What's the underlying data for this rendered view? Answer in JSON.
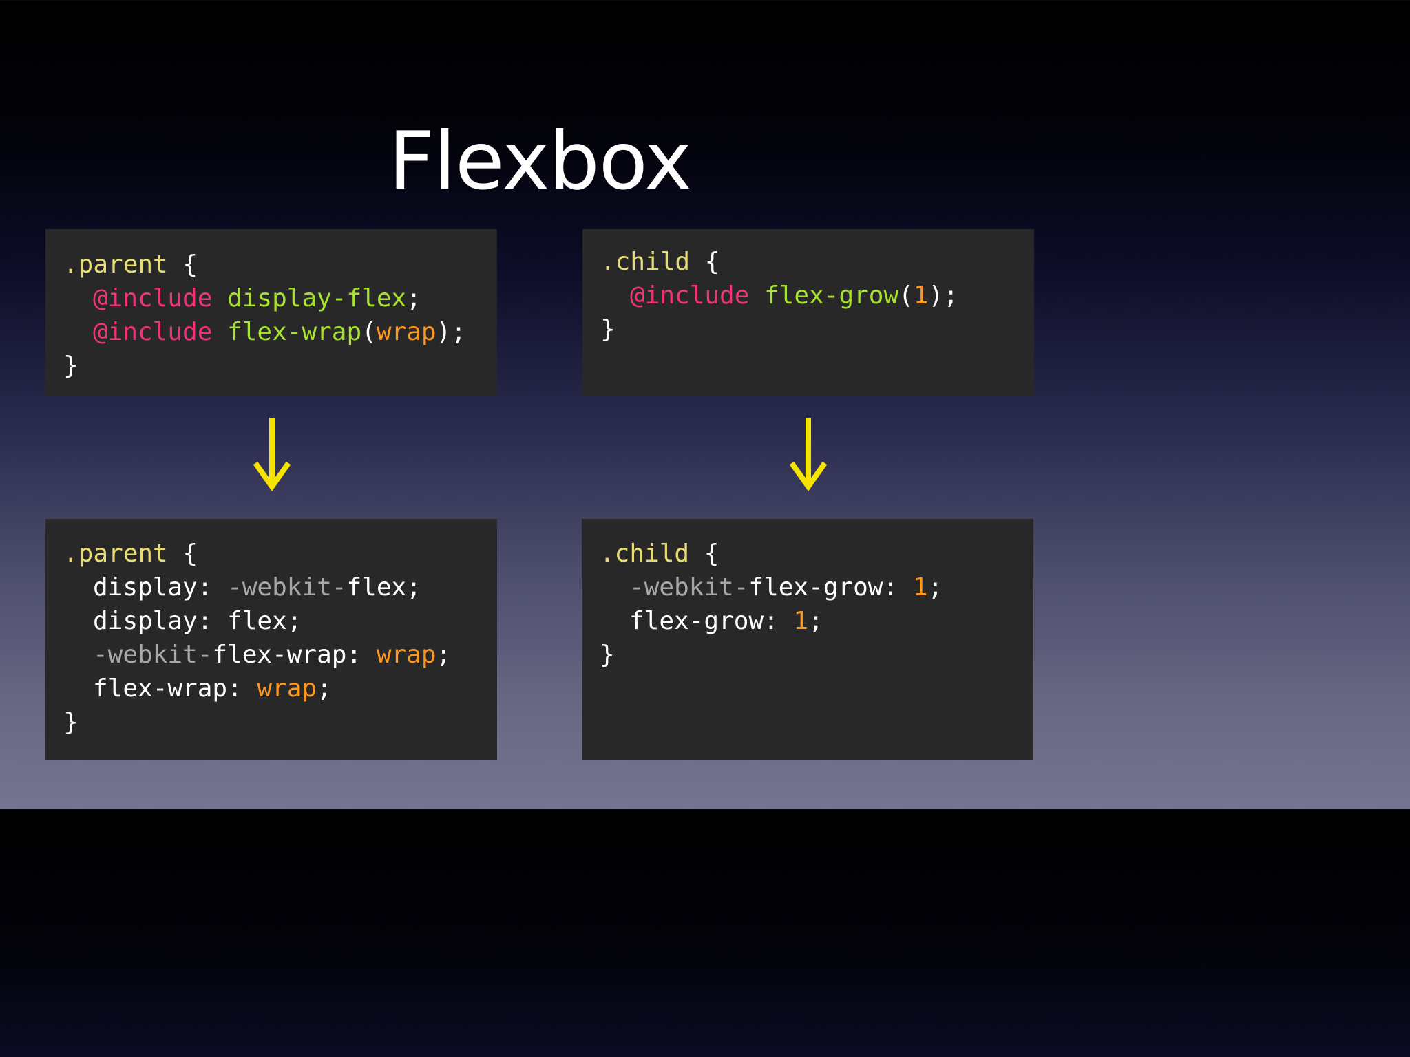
{
  "slide": {
    "title": "Flexbox"
  },
  "colors": {
    "code_background": "#282828",
    "selector": "#e6db74",
    "at_rule": "#f0347a",
    "mixin_name": "#a6e22e",
    "argument": "#fd971f",
    "vendor_prefix": "#a8a8a8",
    "arrow": "#f5e400"
  },
  "arrows": [
    "arrow-down-icon",
    "arrow-down-icon"
  ],
  "parent_scss": {
    "selector": ".parent",
    "open_brace": " {",
    "line1": {
      "at": "@include",
      "space": " ",
      "func": "display-flex",
      "end": ";"
    },
    "line2": {
      "at": "@include",
      "space": " ",
      "func": "flex-wrap",
      "paren_open": "(",
      "arg": "wrap",
      "end": ");"
    },
    "close_brace": "}"
  },
  "child_scss": {
    "selector": ".child",
    "open_brace": " {",
    "line1": {
      "at": "@include",
      "space": " ",
      "func": "flex-grow",
      "paren_open": "(",
      "arg": "1",
      "end": ");"
    },
    "close_brace": "}"
  },
  "parent_css": {
    "selector": ".parent",
    "open_brace": " {",
    "line1": {
      "prop": "display: ",
      "prefix": "-webkit-",
      "value": "flex",
      "end": ";"
    },
    "line2": {
      "prop": "display: ",
      "value": "flex",
      "end": ";"
    },
    "line3": {
      "prefix": "-webkit-",
      "prop": "flex-wrap: ",
      "value": "wrap",
      "end": ";"
    },
    "line4": {
      "prop": "flex-wrap: ",
      "value": "wrap",
      "end": ";"
    },
    "close_brace": "}"
  },
  "child_css": {
    "selector": ".child",
    "open_brace": " {",
    "line1": {
      "prefix": "-webkit-",
      "prop": "flex-grow: ",
      "value": "1",
      "end": ";"
    },
    "line2": {
      "prop": "flex-grow: ",
      "value": "1",
      "end": ";"
    },
    "close_brace": "}"
  }
}
